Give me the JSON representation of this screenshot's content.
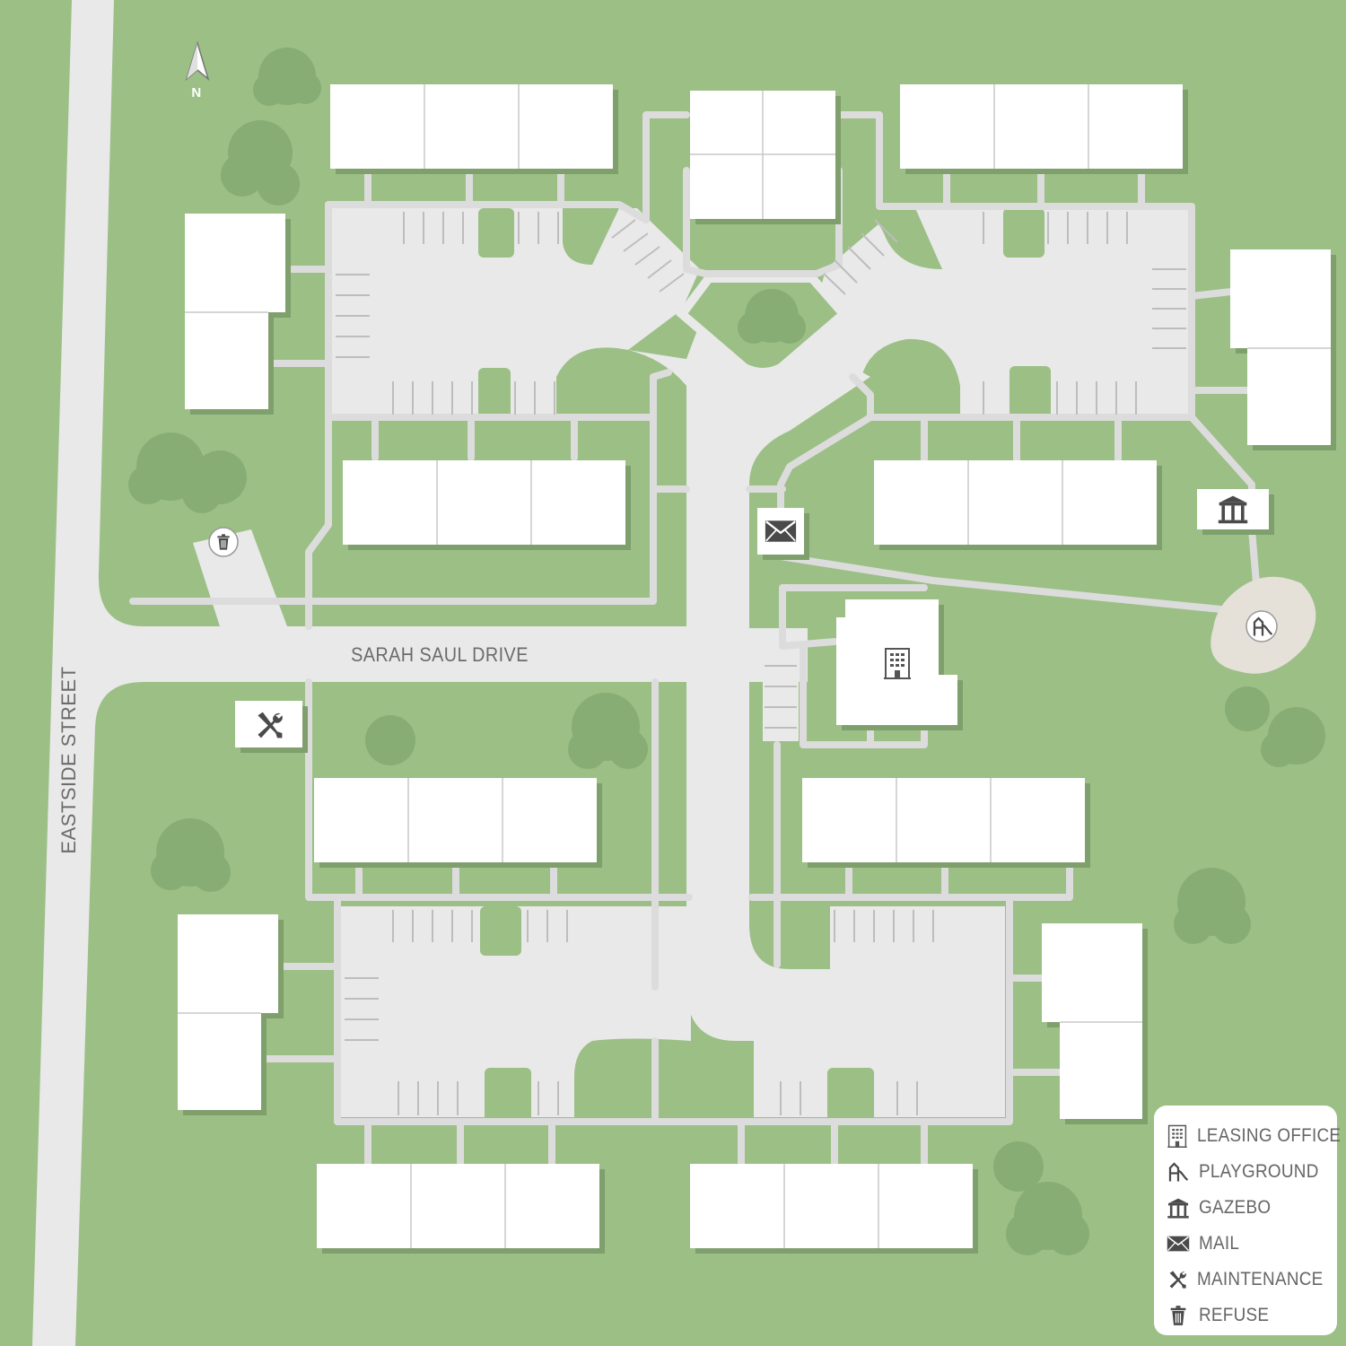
{
  "streets": {
    "main": "SARAH SAUL DRIVE",
    "side": "EASTSIDE STREET"
  },
  "compass": {
    "label": "N"
  },
  "legend": [
    {
      "icon": "building-icon",
      "label": "LEASING OFFICE"
    },
    {
      "icon": "playground-icon",
      "label": "PLAYGROUND"
    },
    {
      "icon": "gazebo-icon",
      "label": "GAZEBO"
    },
    {
      "icon": "mail-icon",
      "label": "MAIL"
    },
    {
      "icon": "maintenance-icon",
      "label": "MAINTENANCE"
    },
    {
      "icon": "refuse-icon",
      "label": "REFUSE"
    }
  ],
  "colors": {
    "grass": "#9bbf85",
    "pavement": "#e8e9e8",
    "building": "#ffffff",
    "tree": "#88ad74",
    "playground": "#e5e0d8"
  }
}
